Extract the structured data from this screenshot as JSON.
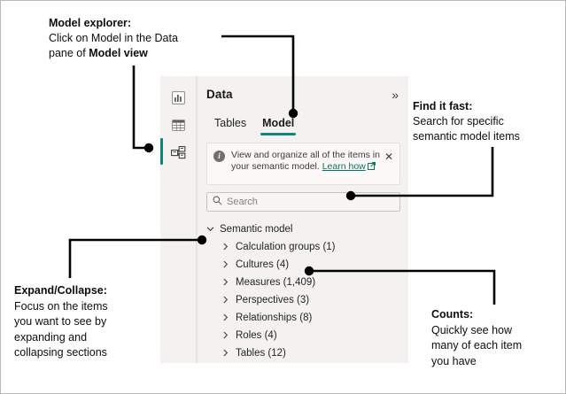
{
  "callouts": {
    "model_explorer": {
      "heading": "Model explorer:",
      "line1": "Click on Model in the Data",
      "line2_pre": "pane of ",
      "line2_bold": "Model view"
    },
    "find_it_fast": {
      "heading": "Find it fast:",
      "line1": "Search for specific",
      "line2": "semantic model items"
    },
    "expand_collapse": {
      "heading": "Expand/Collapse:",
      "line1": "Focus on the items",
      "line2": "you want to see by",
      "line3": "expanding and",
      "line4": "collapsing sections"
    },
    "counts": {
      "heading": "Counts:",
      "line1": "Quickly see how",
      "line2": "many of each item",
      "line3": "you have"
    }
  },
  "app": {
    "view_rail": {
      "items": [
        {
          "name": "report-view-icon",
          "selected": false
        },
        {
          "name": "table-view-icon",
          "selected": false
        },
        {
          "name": "model-view-icon",
          "selected": true
        }
      ]
    },
    "pane": {
      "title": "Data",
      "collapse_label": "»",
      "tabs": [
        {
          "label": "Tables",
          "active": false
        },
        {
          "label": "Model",
          "active": true
        }
      ],
      "info_banner": {
        "icon": "info-icon",
        "text_part1": "View and organize all of the items in your semantic model. ",
        "link_label": "Learn how",
        "close_label": "✕"
      },
      "search": {
        "placeholder": "Search",
        "value": ""
      },
      "tree": {
        "root_label": "Semantic model",
        "items": [
          {
            "label": "Calculation groups (1)"
          },
          {
            "label": "Cultures (4)"
          },
          {
            "label": "Measures (1,409)"
          },
          {
            "label": "Perspectives (3)"
          },
          {
            "label": "Relationships (8)"
          },
          {
            "label": "Roles (4)"
          },
          {
            "label": "Tables (12)"
          }
        ]
      }
    }
  },
  "colors": {
    "accent_teal": "#118577",
    "link_teal": "#11705f",
    "panel_bg": "#f3f2f1",
    "connector": "#000000",
    "frame_border": "#b9b9b9"
  }
}
